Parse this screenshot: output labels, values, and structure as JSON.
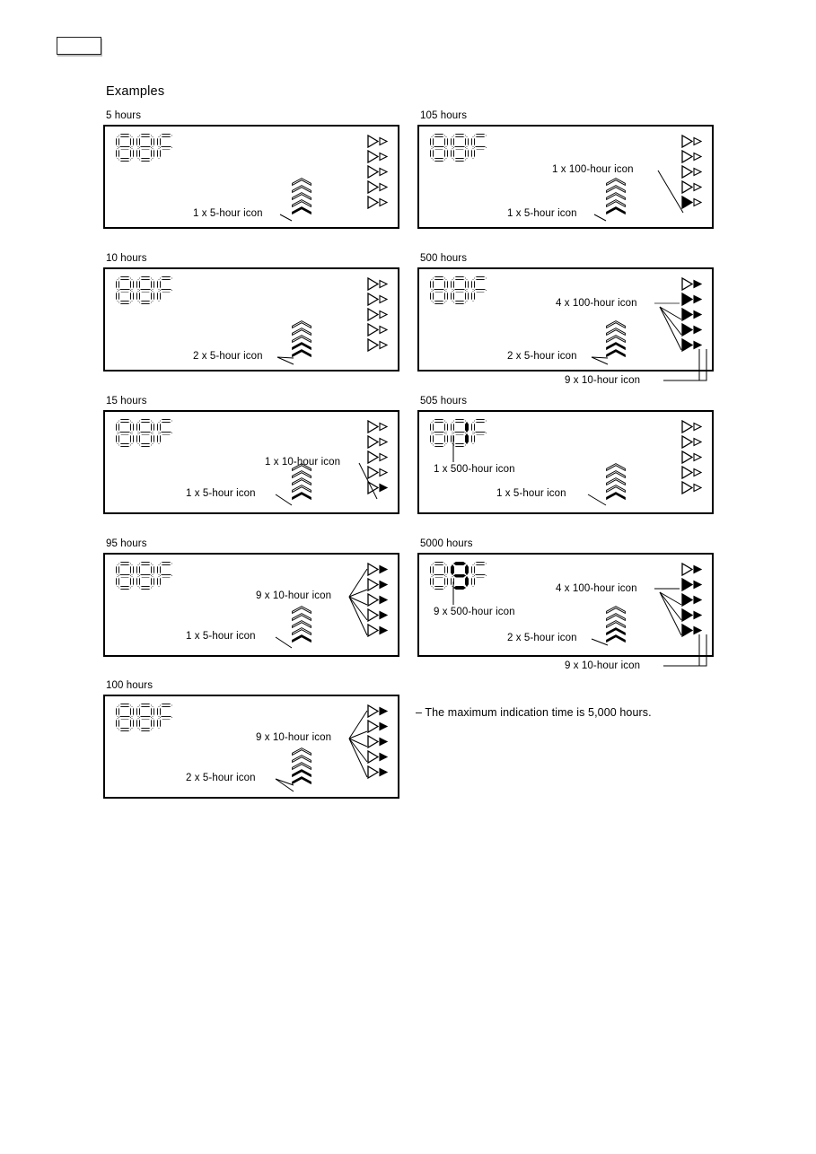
{
  "document": {
    "section_title": "Examples",
    "note": "– The maximum indication time is 5,000 hours."
  },
  "panels": [
    {
      "id": "p-5h",
      "label": "5 hours",
      "display": "88F",
      "callouts": [
        {
          "text": "1 x 5-hour icon"
        }
      ]
    },
    {
      "id": "p-105h",
      "label": "105 hours",
      "display": "88F",
      "callouts": [
        {
          "text": "1 x 100-hour icon"
        },
        {
          "text": "1 x 5-hour icon"
        }
      ]
    },
    {
      "id": "p-10h",
      "label": "10 hours",
      "display": "88F",
      "callouts": [
        {
          "text": "2 x 5-hour icon"
        }
      ]
    },
    {
      "id": "p-500h",
      "label": "500 hours",
      "display": "88F",
      "callouts": [
        {
          "text": "4 x 100-hour icon"
        },
        {
          "text": "2 x 5-hour icon"
        },
        {
          "text": "9 x 10-hour icon"
        }
      ]
    },
    {
      "id": "p-15h",
      "label": "15 hours",
      "display": "88F",
      "callouts": [
        {
          "text": "1 x 10-hour icon"
        },
        {
          "text": "1 x 5-hour icon"
        }
      ]
    },
    {
      "id": "p-505h",
      "label": "505 hours",
      "display": "88F",
      "callouts": [
        {
          "text": "1 x 500-hour icon"
        },
        {
          "text": "1 x 5-hour icon"
        }
      ]
    },
    {
      "id": "p-95h",
      "label": "95 hours",
      "display": "88F",
      "callouts": [
        {
          "text": "9 x 10-hour icon"
        },
        {
          "text": "1 x 5-hour icon"
        }
      ]
    },
    {
      "id": "p-5000h",
      "label": "5000 hours",
      "display": "89F",
      "callouts": [
        {
          "text": "4 x 100-hour icon"
        },
        {
          "text": "9 x 500-hour icon"
        },
        {
          "text": "2 x 5-hour icon"
        },
        {
          "text": "9 x 10-hour icon"
        }
      ]
    },
    {
      "id": "p-100h",
      "label": "100 hours",
      "display": "88F",
      "callouts": [
        {
          "text": "9 x 10-hour icon"
        },
        {
          "text": "2 x 5-hour icon"
        }
      ]
    }
  ],
  "colors": {
    "ink": "#000000",
    "paper": "#ffffff",
    "outline": "#111111"
  }
}
